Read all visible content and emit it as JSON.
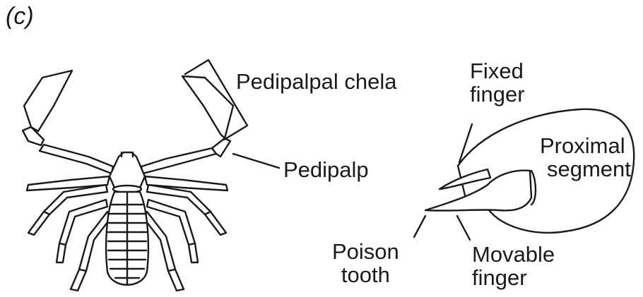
{
  "panel_label": "(c)",
  "labels": {
    "pedipalpal_chela": "Pedipalpal chela",
    "pedipalp": "Pedipalp",
    "fixed_finger": [
      "Fixed",
      "finger"
    ],
    "proximal_segment": [
      "Proximal",
      "segment"
    ],
    "poison_tooth": [
      "Poison",
      "tooth"
    ],
    "movable_finger": [
      "Movable",
      "finger"
    ]
  },
  "colors": {
    "ink": "#1a1a1a",
    "background": "#ffffff"
  }
}
